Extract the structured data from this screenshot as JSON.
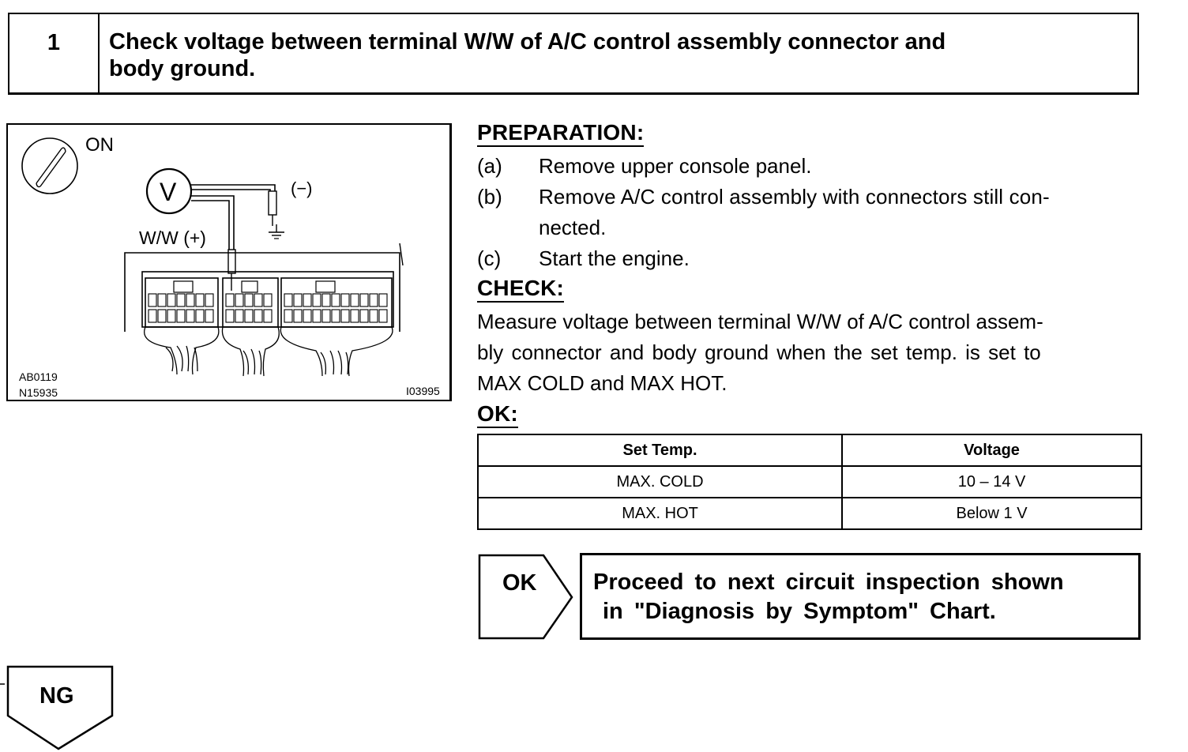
{
  "step": {
    "number": "1",
    "title_line1": "Check voltage between terminal W/W of A/C control assembly connector and",
    "title_line2": "body ground."
  },
  "figure": {
    "ignition_label": "ON",
    "meter_label": "V",
    "negative_label": "(−)",
    "terminal_label": "W/W (+)",
    "code_1": "AB0119",
    "code_2": "N15935",
    "code_3": "I03995",
    "icons": [
      "ignition-key-icon",
      "voltmeter-icon",
      "ground-symbol-icon",
      "connector-icon"
    ]
  },
  "preparation": {
    "heading": "PREPARATION:",
    "steps": [
      {
        "label": "(a)",
        "text": "Remove upper console panel."
      },
      {
        "label": "(b)",
        "text": "Remove A/C control assembly with connectors still con-",
        "text2": "nected."
      },
      {
        "label": "(c)",
        "text": "Start the engine."
      }
    ]
  },
  "check": {
    "heading": "CHECK:",
    "line1": "Measure voltage between terminal W/W of A/C control assem-",
    "line2": "bly connector and body ground when the set temp. is set to",
    "line3": "MAX COLD and MAX HOT."
  },
  "ok": {
    "heading": "OK:",
    "table": {
      "headers": [
        "Set Temp.",
        "Voltage"
      ],
      "rows": [
        [
          "MAX. COLD",
          "10 – 14 V"
        ],
        [
          "MAX. HOT",
          "Below 1 V"
        ]
      ]
    }
  },
  "result_ok": {
    "label": "OK",
    "line1": "Proceed to next circuit inspection shown",
    "line2": "in \"Diagnosis by Symptom\" Chart."
  },
  "result_ng": {
    "label": "NG"
  }
}
